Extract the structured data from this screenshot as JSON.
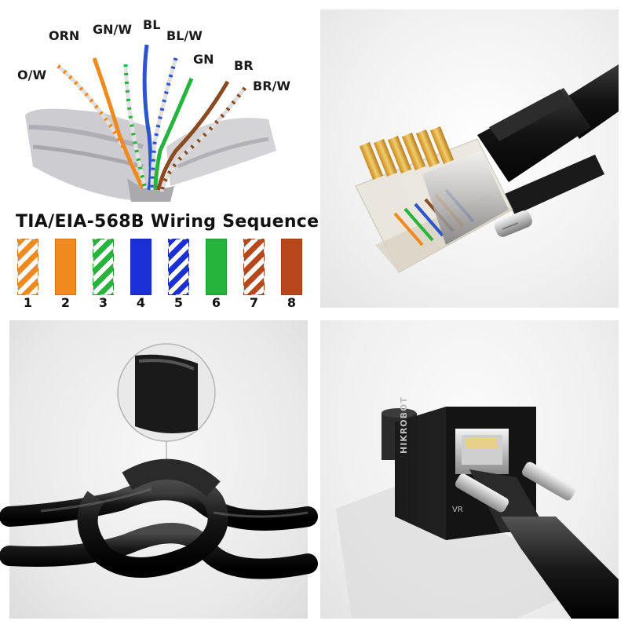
{
  "wiring_panel": {
    "wire_labels": [
      "O/W",
      "ORN",
      "GN/W",
      "BL",
      "BL/W",
      "GN",
      "BR",
      "BR/W"
    ],
    "sequence_title": "TIA/EIA-568B Wiring Sequence",
    "pins": [
      {
        "number": "1",
        "color": "#f08a1e",
        "striped": true
      },
      {
        "number": "2",
        "color": "#f08a1e",
        "striped": false
      },
      {
        "number": "3",
        "color": "#27b43c",
        "striped": true
      },
      {
        "number": "4",
        "color": "#1a2fd6",
        "striped": false
      },
      {
        "number": "5",
        "color": "#1a2fd6",
        "striped": true
      },
      {
        "number": "6",
        "color": "#27b43c",
        "striped": false
      },
      {
        "number": "7",
        "color": "#b8481c",
        "striped": true
      },
      {
        "number": "8",
        "color": "#b8481c",
        "striped": false
      }
    ]
  },
  "camera_panel": {
    "brand_text": "HIKROBOT",
    "port_text": "VR"
  }
}
